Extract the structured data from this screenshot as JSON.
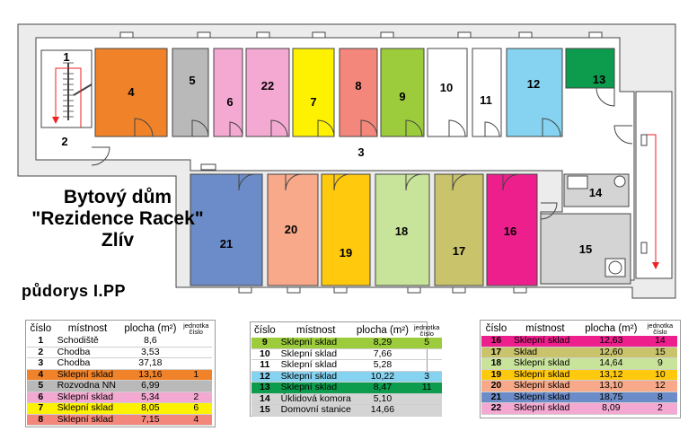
{
  "title": {
    "line1": "Bytový dům",
    "line2": "\"Rezidence Racek\"",
    "line3": "Zlív"
  },
  "subtitle": "půdorys I.PP",
  "plan_labels": {
    "corridor": "3",
    "stairs": "1",
    "hall": "2"
  },
  "rooms": [
    {
      "num": "4",
      "color": "#f0832a"
    },
    {
      "num": "5",
      "color": "#b9b9b9"
    },
    {
      "num": "6",
      "color": "#f4a9d2"
    },
    {
      "num": "22",
      "color": "#f4a9d2"
    },
    {
      "num": "7",
      "color": "#fff200"
    },
    {
      "num": "8",
      "color": "#f4877c"
    },
    {
      "num": "9",
      "color": "#9ccc3c"
    },
    {
      "num": "10",
      "color": "#ffffff"
    },
    {
      "num": "11",
      "color": "#ffffff"
    },
    {
      "num": "12",
      "color": "#86d3f1"
    },
    {
      "num": "13",
      "color": "#0d9c4d"
    },
    {
      "num": "21",
      "color": "#6b8cc8"
    },
    {
      "num": "20",
      "color": "#f7a98a"
    },
    {
      "num": "19",
      "color": "#ffc90e"
    },
    {
      "num": "18",
      "color": "#c8e39a"
    },
    {
      "num": "17",
      "color": "#c9c36c"
    },
    {
      "num": "16",
      "color": "#ec1f8c"
    },
    {
      "num": "14",
      "color": "#d4d4d4"
    },
    {
      "num": "15",
      "color": "#d4d4d4"
    }
  ],
  "legend_headers": {
    "cislo": "číslo",
    "mistnost": "místnost",
    "plocha": "plocha (m²)",
    "jednotka": "jednotka",
    "jednotka_cislo": "číslo"
  },
  "legend_left": [
    {
      "num": "1",
      "name": "Schodiště",
      "area": "8,6",
      "unit": "",
      "color": "#ffffff"
    },
    {
      "num": "2",
      "name": "Chodba",
      "area": "3,53",
      "unit": "",
      "color": "#ffffff"
    },
    {
      "num": "3",
      "name": "Chodba",
      "area": "37,18",
      "unit": "",
      "color": "#ffffff"
    },
    {
      "num": "4",
      "name": "Sklepní sklad",
      "area": "13,16",
      "unit": "1",
      "color": "#f0832a"
    },
    {
      "num": "5",
      "name": "Rozvodna NN",
      "area": "6,99",
      "unit": "",
      "color": "#b9b9b9"
    },
    {
      "num": "6",
      "name": "Sklepní sklad",
      "area": "5,34",
      "unit": "2",
      "color": "#f4a9d2"
    },
    {
      "num": "7",
      "name": "Sklepní sklad",
      "area": "8,05",
      "unit": "6",
      "color": "#fff200"
    },
    {
      "num": "8",
      "name": "Sklepní sklad",
      "area": "7,15",
      "unit": "4",
      "color": "#f4877c"
    }
  ],
  "legend_mid": [
    {
      "num": "9",
      "name": "Sklepní sklad",
      "area": "8,29",
      "unit": "5",
      "color": "#9ccc3c"
    },
    {
      "num": "10",
      "name": "Sklepní sklad",
      "area": "7,66",
      "unit": "",
      "color": "#ffffff"
    },
    {
      "num": "11",
      "name": "Sklepní sklad",
      "area": "5,28",
      "unit": "",
      "color": "#ffffff"
    },
    {
      "num": "12",
      "name": "Sklepní sklad",
      "area": "10,22",
      "unit": "3",
      "color": "#86d3f1"
    },
    {
      "num": "13",
      "name": "Sklepní sklad",
      "area": "8,47",
      "unit": "11",
      "color": "#0d9c4d"
    },
    {
      "num": "14",
      "name": "Úklidová komora",
      "area": "5,10",
      "unit": "",
      "color": "#d4d4d4"
    },
    {
      "num": "15",
      "name": "Domovní stanice",
      "area": "14,66",
      "unit": "",
      "color": "#d4d4d4"
    }
  ],
  "legend_right": [
    {
      "num": "16",
      "name": "Sklepní sklad",
      "area": "12,63",
      "unit": "14",
      "color": "#ec1f8c"
    },
    {
      "num": "17",
      "name": "Sklad",
      "area": "12,60",
      "unit": "15",
      "color": "#c9c36c"
    },
    {
      "num": "18",
      "name": "Sklepní sklad",
      "area": "14,64",
      "unit": "9",
      "color": "#c8e39a"
    },
    {
      "num": "19",
      "name": "Sklepní sklad",
      "area": "13,12",
      "unit": "10",
      "color": "#ffc90e"
    },
    {
      "num": "20",
      "name": "Sklepní sklad",
      "area": "13,10",
      "unit": "12",
      "color": "#f7a98a"
    },
    {
      "num": "21",
      "name": "Sklepní sklad",
      "area": "18,75",
      "unit": "8",
      "color": "#6b8cc8"
    },
    {
      "num": "22",
      "name": "Sklepní sklad",
      "area": "8,09",
      "unit": "2",
      "color": "#f4a9d2"
    }
  ]
}
